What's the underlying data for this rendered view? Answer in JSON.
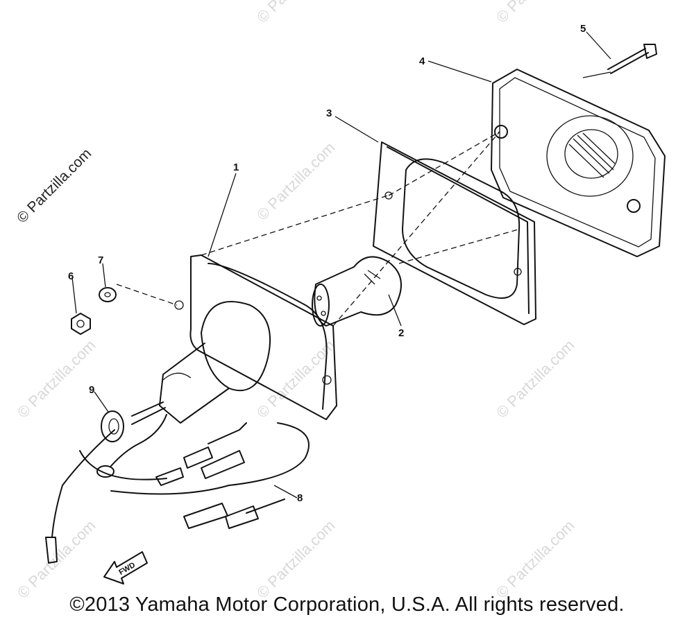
{
  "watermark": {
    "primary": "© Partzilla.com",
    "repeat": "© Partzilla.com"
  },
  "callouts": {
    "c1": "1",
    "c2": "2",
    "c3": "3",
    "c4": "4",
    "c5": "5",
    "c6": "6",
    "c7": "7",
    "c8": "8",
    "c9": "9"
  },
  "fwd_label": "FWD",
  "copyright": "©2013 Yamaha Motor Corporation, U.S.A. All rights reserved."
}
